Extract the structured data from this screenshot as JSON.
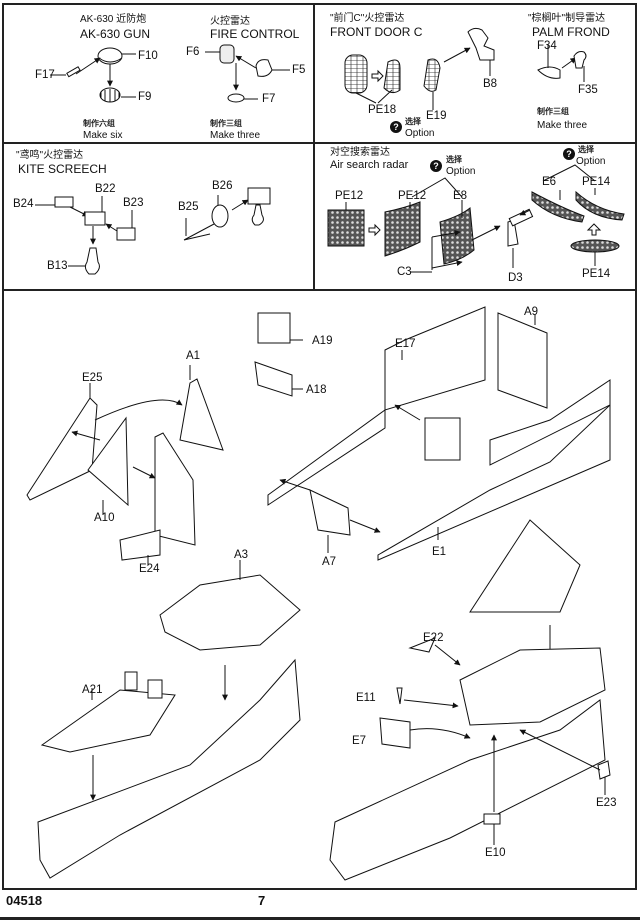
{
  "sheet": {
    "code": "04518",
    "page_number": "7"
  },
  "panels": {
    "ak630": {
      "title_cn": "AK-630 近防炮",
      "title_en": "AK-630 GUN",
      "parts": [
        "F10",
        "F17",
        "F9"
      ],
      "qty_cn": "制作六组",
      "qty_en": "Make six"
    },
    "fire_control": {
      "title_cn": "火控雷达",
      "title_en": "FIRE CONTROL",
      "parts": [
        "F6",
        "F5",
        "F7"
      ],
      "qty_cn": "制作三组",
      "qty_en": "Make three"
    },
    "front_door": {
      "title_cn": "\"前门C\"火控雷达",
      "title_en": "FRONT DOOR C",
      "parts": [
        "PE18",
        "E19",
        "B8"
      ],
      "option_symbol": "?",
      "option_cn": "选择",
      "option_en": "Option"
    },
    "palm_frond": {
      "title_cn": "\"棕榈叶\"制导雷达",
      "title_en": "PALM FROND",
      "parts": [
        "F34",
        "F35"
      ],
      "qty_cn": "制作三组",
      "qty_en": "Make three"
    },
    "kite_screech": {
      "title_cn": "\"鸢鸣\"火控雷达",
      "title_en": "KITE SCREECH",
      "parts": [
        "B24",
        "B22",
        "B23",
        "B13",
        "B26",
        "B25"
      ]
    },
    "air_search": {
      "title_cn": "对空搜索雷达",
      "title_en": "Air search radar",
      "parts": [
        "PE12",
        "PE12",
        "E8",
        "C3",
        "D3",
        "E6",
        "PE14",
        "PE14"
      ],
      "option_symbol": "?",
      "option_cn": "选择",
      "option_en": "Option"
    },
    "main_assembly": {
      "parts": [
        "A1",
        "E25",
        "A10",
        "E24",
        "A19",
        "A18",
        "E17",
        "A9",
        "A7",
        "E1",
        "A3",
        "A21",
        "E22",
        "E11",
        "E7",
        "E23",
        "E10"
      ]
    }
  }
}
